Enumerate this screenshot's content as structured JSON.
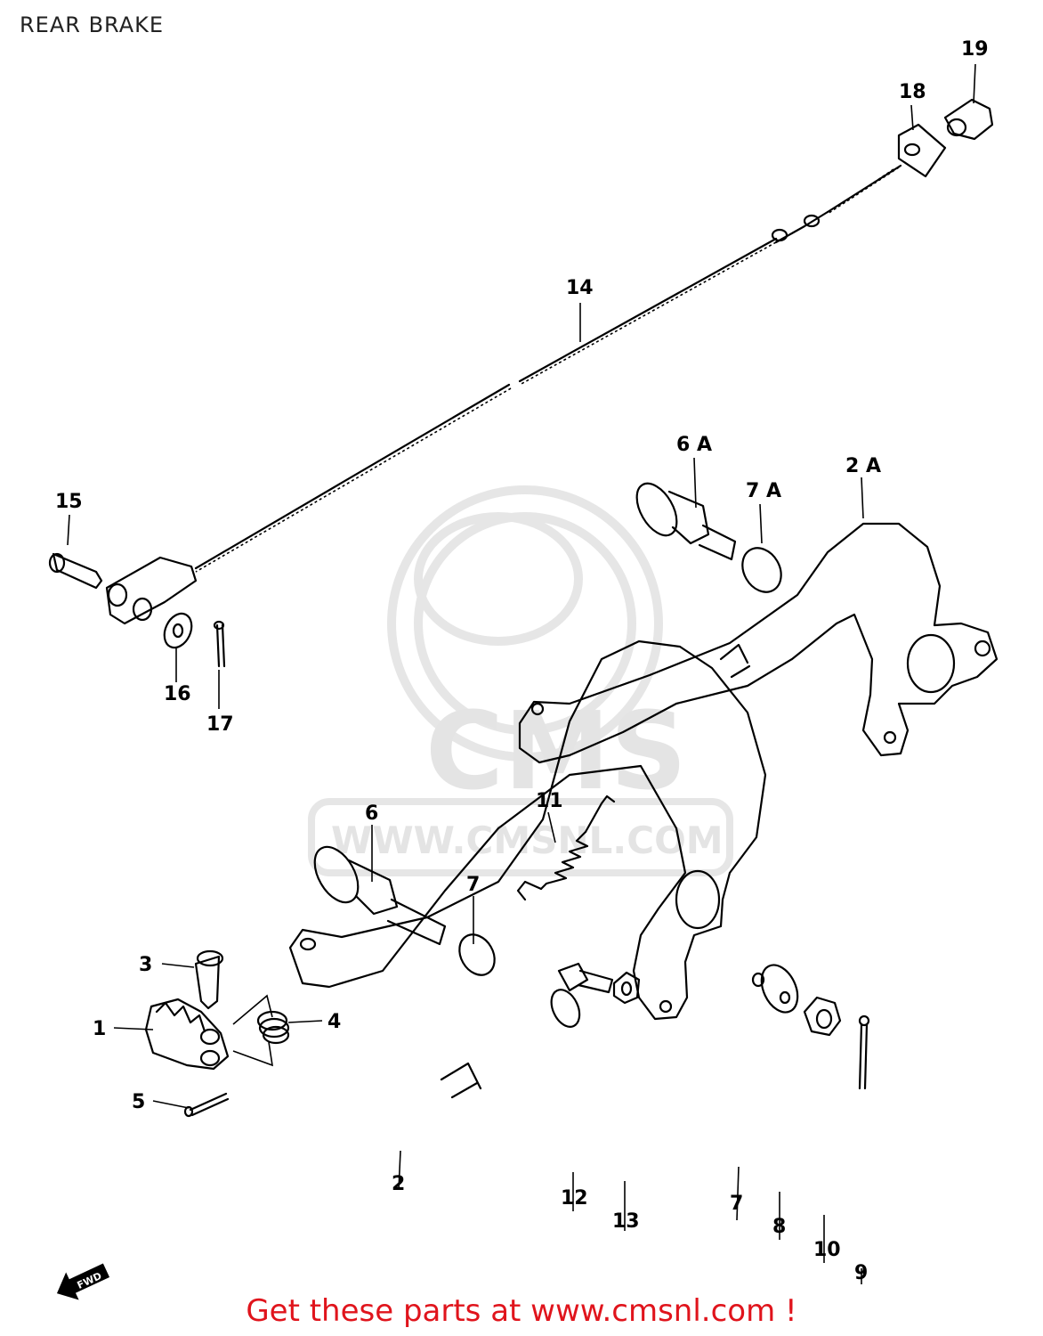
{
  "title": "REAR BRAKE",
  "watermark": {
    "brand": "CMS",
    "url": "WWW.CMSNL.COM"
  },
  "callouts": {
    "n1": "1",
    "n2": "2",
    "n2a": "2 A",
    "n3": "3",
    "n4": "4",
    "n5": "5",
    "n6": "6",
    "n6a": "6 A",
    "n7a": "7 A",
    "n7": "7",
    "n7b": "7",
    "n8": "8",
    "n9": "9",
    "n10": "10",
    "n11": "11",
    "n12": "12",
    "n13": "13",
    "n14": "14",
    "n15": "15",
    "n16": "16",
    "n17": "17",
    "n18": "18",
    "n19": "19"
  },
  "fwd_label": "FWD",
  "footer": {
    "text": "Get these parts at www.cmsnl.com !",
    "color": "#e0141c"
  }
}
